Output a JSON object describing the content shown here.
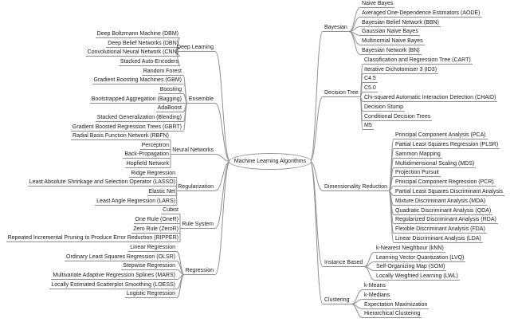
{
  "diagram": {
    "center": "Machine Learning Algorithms",
    "line_color": "#919191",
    "text_color": "#1a1a1a",
    "branches": [
      {
        "label": "Deep Learning",
        "side": "left",
        "items": [
          "Deep Boltzmann Machine (DBM)",
          "Deep Belief Networks (DBN)",
          "Convolutional Neural Network (CNN)",
          "Stacked Auto-Encoders"
        ]
      },
      {
        "label": "Ensemble",
        "side": "left",
        "items": [
          "Random Forest",
          "Gradient Boosting Machines (GBM)",
          "Boosting",
          "Bootstrapped Aggregation (Bagging)",
          "AdaBoost",
          "Stacked Generalization (Blending)",
          "Gradient Boosted Regression Trees (GBRT)"
        ]
      },
      {
        "label": "Neural Networks",
        "side": "left",
        "items": [
          "Radial Basis Function Network (RBFN)",
          "Perceptron",
          "Back-Propagation",
          "Hopfield Network"
        ]
      },
      {
        "label": "Regularization",
        "side": "left",
        "items": [
          "Ridge Regression",
          "Least Absolute Shrinkage and Selection Operator (LASSO)",
          "Elastic Net",
          "Least Angle Regression (LARS)"
        ]
      },
      {
        "label": "Rule System",
        "side": "left",
        "items": [
          "Cubist",
          "One Rule (OneR)",
          "Zero Rule (ZeroR)",
          "Repeated Incremental Pruning to Produce Error Reduction (RIPPER)"
        ]
      },
      {
        "label": "Regression",
        "side": "left",
        "items": [
          "Linear Regression",
          "Ordinary Least Squares Regression (OLSR)",
          "Stepwise Regression",
          "Multivariate Adaptive Regression Splines (MARS)",
          "Locally Estimated Scatterplot Smoothing (LOESS)",
          "Logistic Regression"
        ]
      },
      {
        "label": "Bayesian",
        "side": "right",
        "items": [
          "Naive Bayes",
          "Averaged One-Dependence Estimators (AODE)",
          "Bayesian Belief Network (BBN)",
          "Gaussian Naive Bayes",
          "Multinomial Naive Bayes",
          "Bayesian Network (BN)"
        ]
      },
      {
        "label": "Decision Tree",
        "side": "right",
        "items": [
          "Classification and Regression Tree (CART)",
          "Iterative Dichotomiser 3 (ID3)",
          "C4.5",
          "C5.0",
          "Chi-squared Automatic Interaction Detection (CHAID)",
          "Decision Stump",
          "Conditional Decision Trees",
          "M5"
        ]
      },
      {
        "label": "Dimensionality Reduction",
        "side": "right",
        "items": [
          "Principal Component Analysis (PCA)",
          "Partial Least Squares Regression (PLSR)",
          "Sammon Mapping",
          "Multidimensional Scaling (MDS)",
          "Projection Pursuit",
          "Principal Component Regression (PCR)",
          "Partial Least Squares Discriminant Analysis",
          "Mixture Discriminant Analysis (MDA)",
          "Quadratic Discriminant Analysis (QDA)",
          "Regularized Discriminant Analysis (RDA)",
          "Flexible Discriminant Analysis (FDA)",
          "Linear Discriminant Analysis (LDA)"
        ]
      },
      {
        "label": "Instance Based",
        "side": "right",
        "items": [
          "k-Nearest Neighbour (kNN)",
          "Learning Vector Quantization (LVQ)",
          "Self-Organizing Map (SOM)",
          "Locally Weighted Learning (LWL)"
        ]
      },
      {
        "label": "Clustering",
        "side": "right",
        "items": [
          "k-Means",
          "k-Medians",
          "Expectation Maximization",
          "Hierarchical Clustering"
        ]
      }
    ]
  }
}
